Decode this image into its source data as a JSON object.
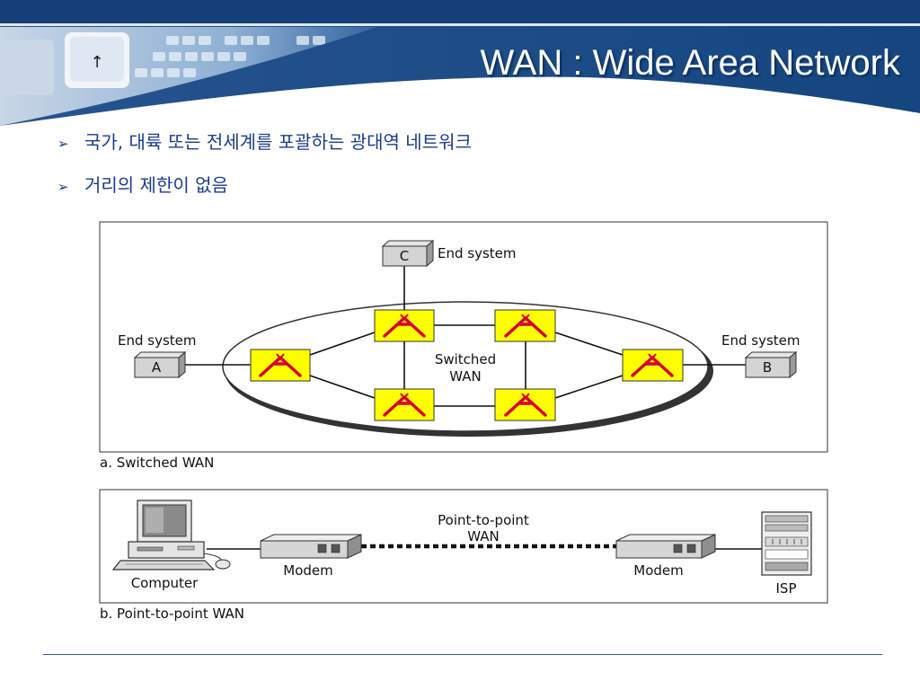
{
  "slide": {
    "title": "WAN : Wide Area Network",
    "bullets": [
      "국가, 대륙 또는 전세계를 포괄하는 광대역 네트워크",
      "거리의 제한이 없음"
    ]
  },
  "diagram_a": {
    "caption": "a. Switched WAN",
    "center_label_line1": "Switched",
    "center_label_line2": "WAN",
    "end_system_label": "End system",
    "node_a": "A",
    "node_b": "B",
    "node_c": "C"
  },
  "diagram_b": {
    "caption": "b. Point-to-point WAN",
    "link_label_line1": "Point-to-point",
    "link_label_line2": "WAN",
    "computer_label": "Computer",
    "modem_label": "Modem",
    "isp_label": "ISP"
  },
  "colors": {
    "header_blue": "#1f4f8e",
    "switch_fill": "#ffff00",
    "switch_symbol": "#d9003a",
    "text_blue": "#1a3c8c"
  }
}
